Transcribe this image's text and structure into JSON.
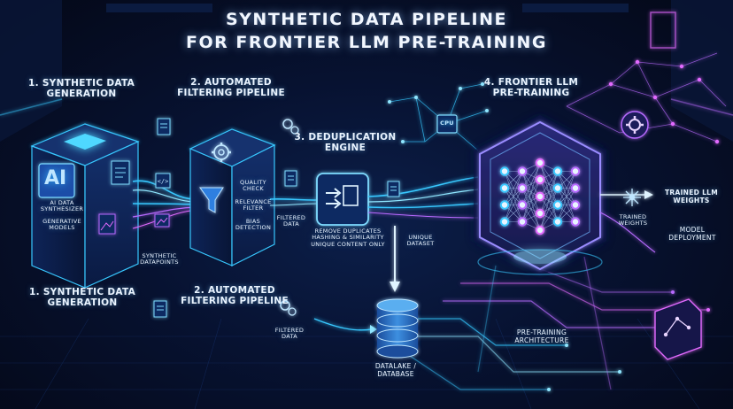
{
  "title": {
    "line1": "SYNTHETIC DATA PIPELINE",
    "line2": "FOR FRONTIER LLM PRE-TRAINING"
  },
  "stages": {
    "s1_top": [
      "1. SYNTHETIC DATA",
      "GENERATION"
    ],
    "s1_bottom": [
      "1. SYNTHETIC DATA",
      "GENERATION"
    ],
    "s2_top": [
      "2. AUTOMATED",
      "FILTERING PIPELINE"
    ],
    "s2_bottom": [
      "2. AUTOMATED",
      "FILTERING PIPELINE"
    ],
    "s3": [
      "3. DEDUPLICATION",
      "ENGINE"
    ],
    "s4": [
      "4. FRONTIER LLM",
      "PRE-TRAINING"
    ]
  },
  "cube1": {
    "badge": "AI",
    "lines": [
      "AI DATA",
      "SYNTHESIZER",
      "GENERATIVE",
      "MODELS"
    ]
  },
  "cube2": {
    "lines": [
      "QUALITY",
      "CHECK",
      "RELEVANCE",
      "FILTER",
      "BIAS",
      "DETECTION"
    ]
  },
  "dedup_notes": [
    "REMOVE DUPLICATES",
    "HASHING & SIMILARITY",
    "UNIQUE CONTENT ONLY"
  ],
  "flow_labels": {
    "synthetic_datapoints": [
      "SYNTHETIC",
      "DATAPOINTS"
    ],
    "filtered_data_1": [
      "FILTERED",
      "DATA"
    ],
    "filtered_data_2": [
      "FILTERED",
      "DATA"
    ],
    "unique_dataset": [
      "UNIQUE",
      "DATASET"
    ],
    "trained_weights": [
      "TRAINED",
      "WEIGHTS"
    ],
    "trained_llm_weights": [
      "TRAINED LLM",
      "WEIGHTS"
    ],
    "model_deployment": [
      "MODEL",
      "DEPLOYMENT"
    ],
    "datalake": [
      "DATALAKE /",
      "DATABASE"
    ],
    "architecture": [
      "PRE-TRAINING",
      "ARCHITECTURE"
    ],
    "cpu": "CPU"
  },
  "colors": {
    "cyan": "#38c8ff",
    "purple": "#b86bff",
    "magenta": "#e36bff",
    "deep": "#071231"
  },
  "icons": [
    "document-icon",
    "code-icon",
    "image-icon",
    "funnel-icon",
    "gear-icon",
    "database-icon",
    "cpu-icon",
    "network-icon",
    "arrow-icon"
  ]
}
